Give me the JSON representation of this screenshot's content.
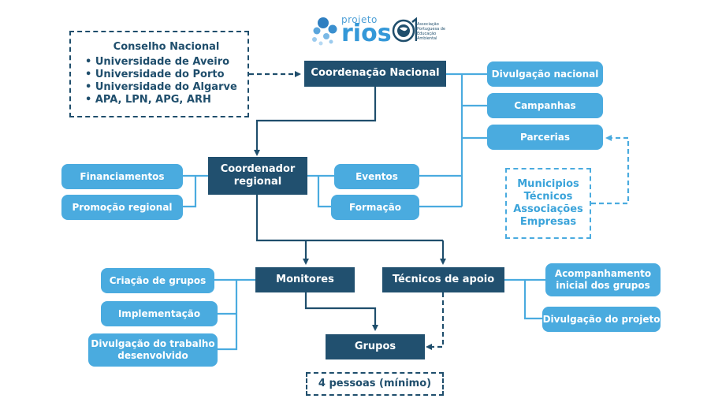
{
  "logo": {
    "brand_top": "projeto",
    "brand_main": "rios",
    "assoc_lines": [
      "Associação",
      "Portuguesa de",
      "Educação",
      "Ambiental"
    ]
  },
  "nodes": {
    "coordenacao_nacional": "Coordenação Nacional",
    "coordenador_regional_1": "Coordenador",
    "coordenador_regional_2": "regional",
    "monitores": "Monitores",
    "tecnicos_apoio": "Técnicos de apoio",
    "grupos": "Grupos",
    "divulgacao_nacional": "Divulgação nacional",
    "campanhas": "Campanhas",
    "parcerias": "Parcerias",
    "financiamentos": "Financiamentos",
    "promocao_regional": "Promoção regional",
    "eventos": "Eventos",
    "formacao": "Formação",
    "criacao_grupos": "Criação de grupos",
    "implementacao": "Implementação",
    "divulgacao_trabalho_1": "Divulgação do trabalho",
    "divulgacao_trabalho_2": "desenvolvido",
    "acompanhamento_1": "Acompanhamento",
    "acompanhamento_2": "inicial dos grupos",
    "divulgacao_projeto": "Divulgação do projeto",
    "quatro_pessoas": "4 pessoas (mínimo)"
  },
  "conselho": {
    "title": "Conselho Nacional",
    "items": [
      "• Universidade de Aveiro",
      "• Universidade do Porto",
      "• Universidade do Algarve",
      "• APA, LPN, APG, ARH"
    ]
  },
  "parceiros": [
    "Municipios",
    "Técnicos",
    "Associações",
    "Empresas"
  ],
  "colors": {
    "dark": "#21506f",
    "light": "#4aabdf",
    "line_dark": "#1f4e6c",
    "line_light": "#4aabdf"
  }
}
